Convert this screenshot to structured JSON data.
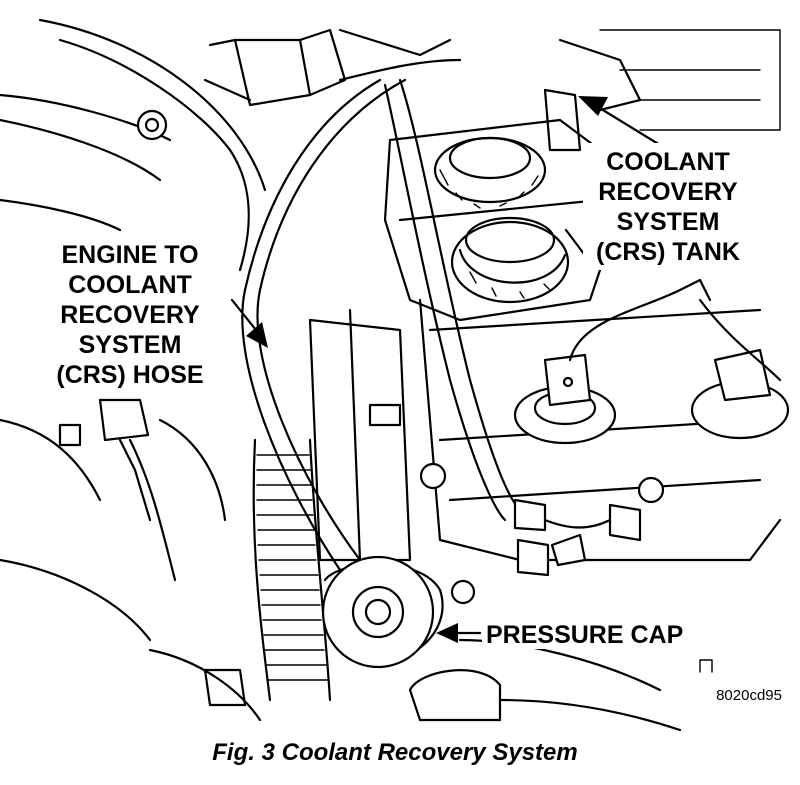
{
  "figure": {
    "caption": "Fig. 3 Coolant Recovery System",
    "figure_id": "8020cd95"
  },
  "callouts": {
    "crs_tank": [
      "COOLANT",
      "RECOVERY",
      "SYSTEM",
      "(CRS) TANK"
    ],
    "engine_hose": [
      "ENGINE TO",
      "COOLANT",
      "RECOVERY",
      "SYSTEM",
      "(CRS) HOSE"
    ],
    "pressure_cap": "PRESSURE CAP"
  }
}
